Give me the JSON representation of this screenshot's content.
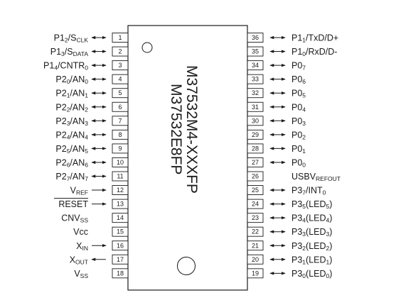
{
  "chip": {
    "part_numbers": [
      "M37532M4-XXXFP",
      "M37532E8FP"
    ]
  },
  "left_pins": [
    {
      "num": "1",
      "label": "P12/SCLK",
      "dir": "bi"
    },
    {
      "num": "2",
      "label": "P13/SDATA",
      "dir": "bi"
    },
    {
      "num": "3",
      "label": "P14/CNTR0",
      "dir": "bi"
    },
    {
      "num": "4",
      "label": "P20/AN0",
      "dir": "bi"
    },
    {
      "num": "5",
      "label": "P21/AN1",
      "dir": "bi"
    },
    {
      "num": "6",
      "label": "P22/AN2",
      "dir": "bi"
    },
    {
      "num": "7",
      "label": "P23/AN3",
      "dir": "bi"
    },
    {
      "num": "8",
      "label": "P24/AN4",
      "dir": "bi"
    },
    {
      "num": "9",
      "label": "P25/AN5",
      "dir": "bi"
    },
    {
      "num": "10",
      "label": "P26/AN6",
      "dir": "bi"
    },
    {
      "num": "11",
      "label": "P27/AN7",
      "dir": "bi"
    },
    {
      "num": "12",
      "label": "VREF",
      "dir": "in"
    },
    {
      "num": "13",
      "label": "RESET",
      "dir": "in"
    },
    {
      "num": "14",
      "label": "CNVSS",
      "dir": "none"
    },
    {
      "num": "15",
      "label": "Vcc",
      "dir": "none"
    },
    {
      "num": "16",
      "label": "XIN",
      "dir": "in"
    },
    {
      "num": "17",
      "label": "XOUT",
      "dir": "out"
    },
    {
      "num": "18",
      "label": "VSS",
      "dir": "none"
    }
  ],
  "right_pins": [
    {
      "num": "36",
      "label": "P11/TxD/D+",
      "dir": "bi"
    },
    {
      "num": "35",
      "label": "P10/RxD/D-",
      "dir": "bi"
    },
    {
      "num": "34",
      "label": "P07",
      "dir": "bi"
    },
    {
      "num": "33",
      "label": "P06",
      "dir": "bi"
    },
    {
      "num": "32",
      "label": "P05",
      "dir": "bi"
    },
    {
      "num": "31",
      "label": "P04",
      "dir": "bi"
    },
    {
      "num": "30",
      "label": "P03",
      "dir": "bi"
    },
    {
      "num": "29",
      "label": "P02",
      "dir": "bi"
    },
    {
      "num": "28",
      "label": "P01",
      "dir": "bi"
    },
    {
      "num": "27",
      "label": "P00",
      "dir": "bi"
    },
    {
      "num": "26",
      "label": "USBVREFOUT",
      "dir": "none"
    },
    {
      "num": "25",
      "label": "P37/INT0",
      "dir": "bi"
    },
    {
      "num": "24",
      "label": "P35(LED5)",
      "dir": "bi"
    },
    {
      "num": "23",
      "label": "P34(LED4)",
      "dir": "bi"
    },
    {
      "num": "22",
      "label": "P33(LED3)",
      "dir": "bi"
    },
    {
      "num": "21",
      "label": "P32(LED2)",
      "dir": "bi"
    },
    {
      "num": "20",
      "label": "P31(LED1)",
      "dir": "bi"
    },
    {
      "num": "19",
      "label": "P30(LED0)",
      "dir": "bi"
    }
  ]
}
